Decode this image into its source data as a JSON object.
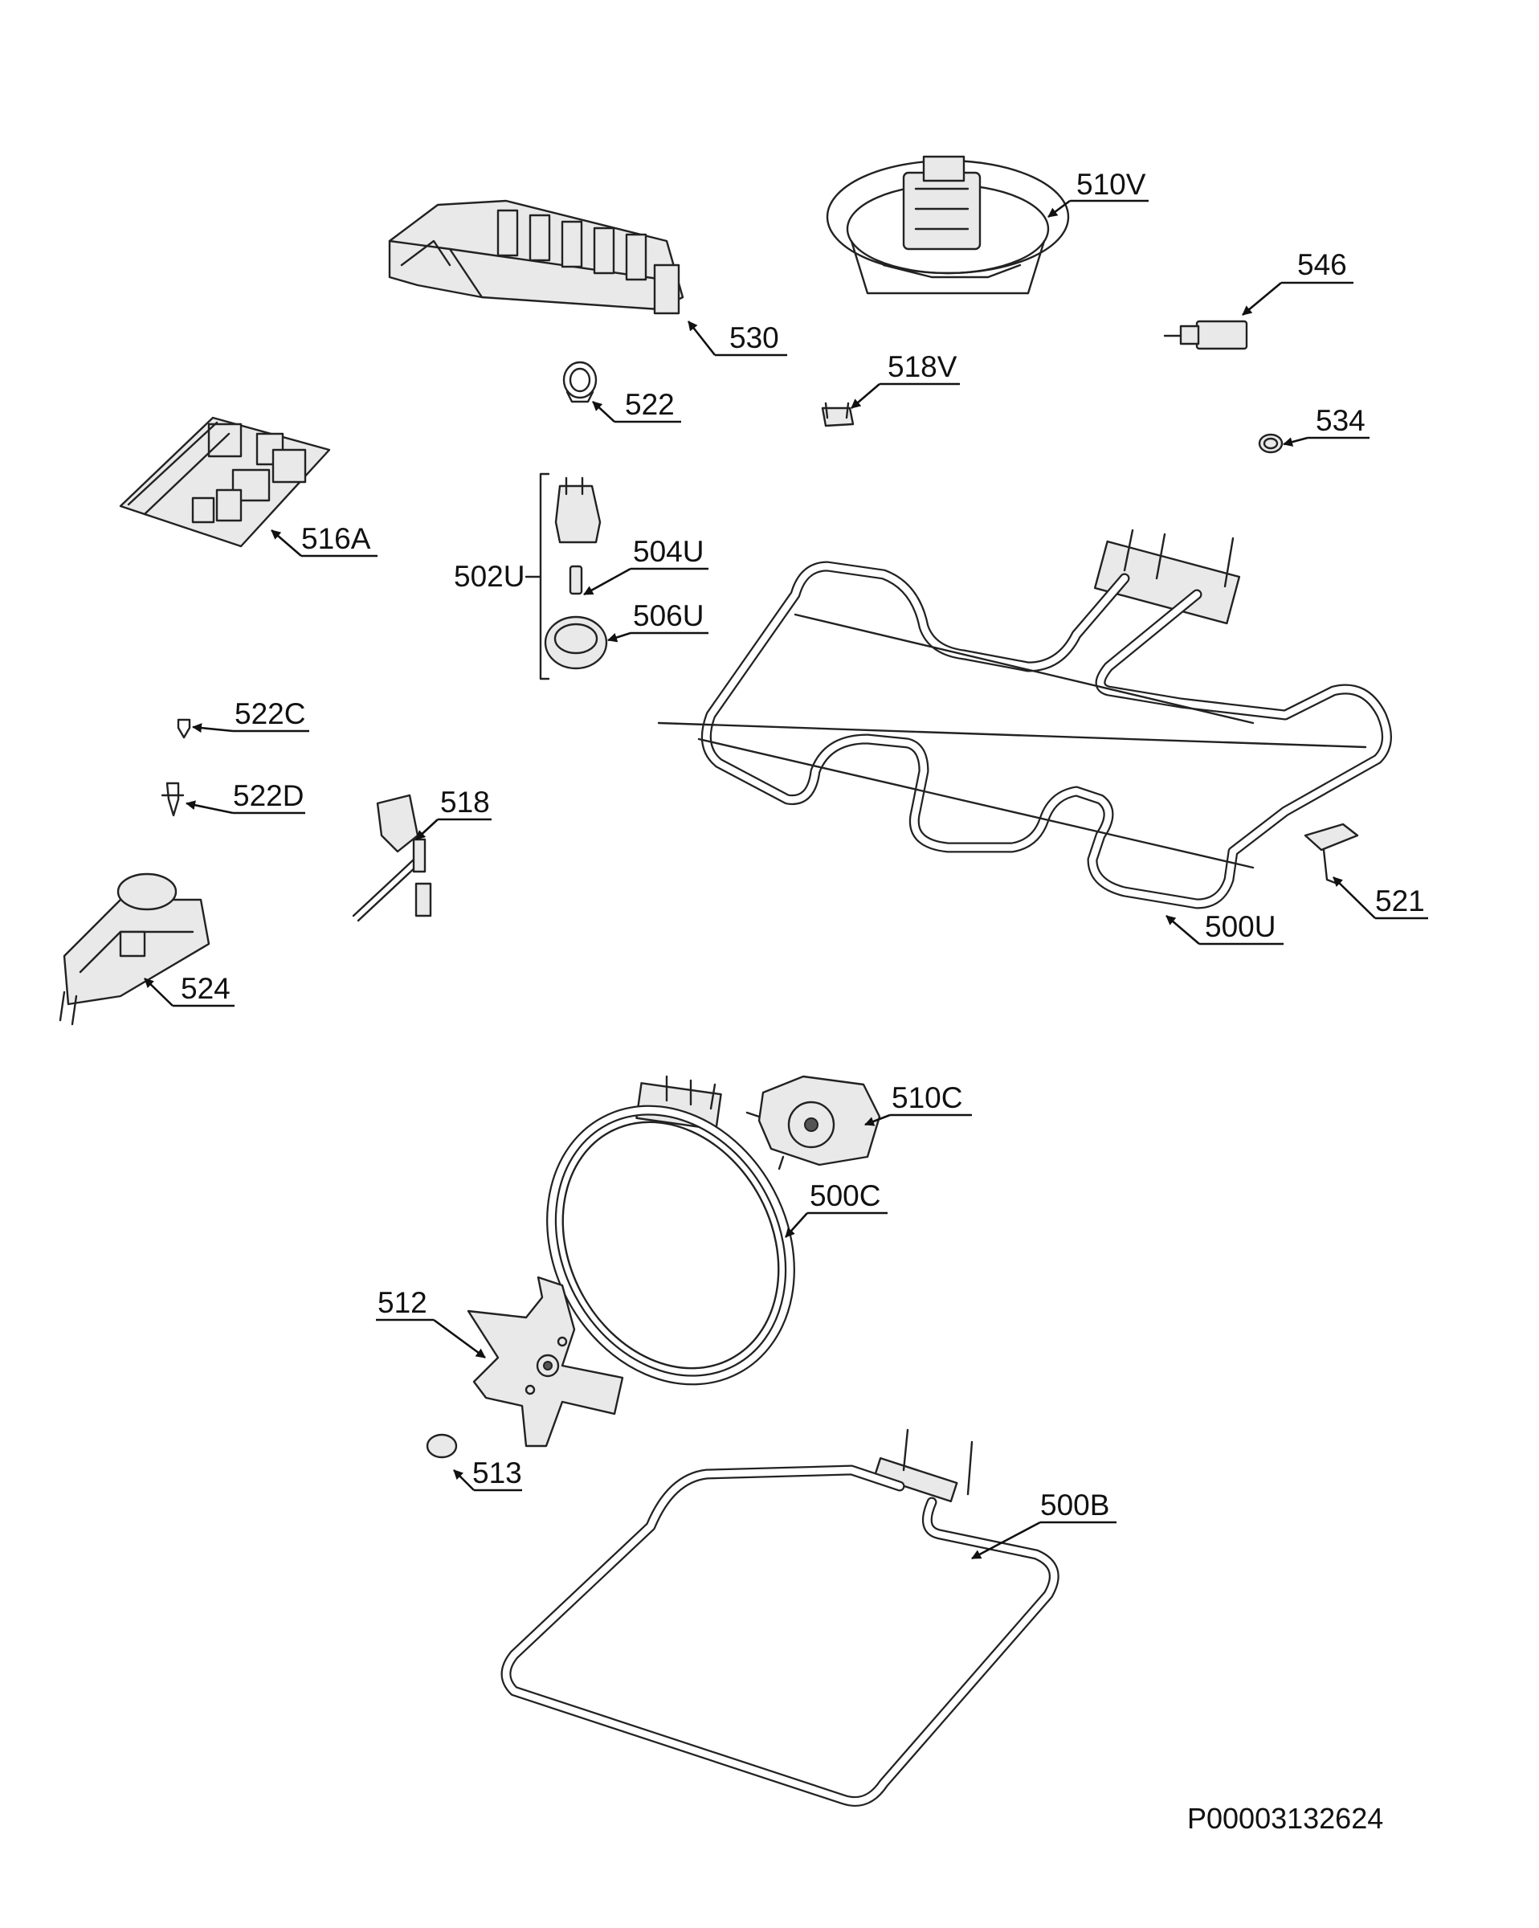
{
  "reference_number": "P00003132624",
  "callouts": {
    "c510V": "510V",
    "c546": "546",
    "c530": "530",
    "c522": "522",
    "c518V": "518V",
    "c534": "534",
    "c516A": "516A",
    "c502U": "502U",
    "c504U": "504U",
    "c506U": "506U",
    "c522C": "522C",
    "c522D": "522D",
    "c518": "518",
    "c521": "521",
    "c500U": "500U",
    "c524": "524",
    "c510C": "510C",
    "c500C": "500C",
    "c512": "512",
    "c513": "513",
    "c500B": "500B"
  }
}
